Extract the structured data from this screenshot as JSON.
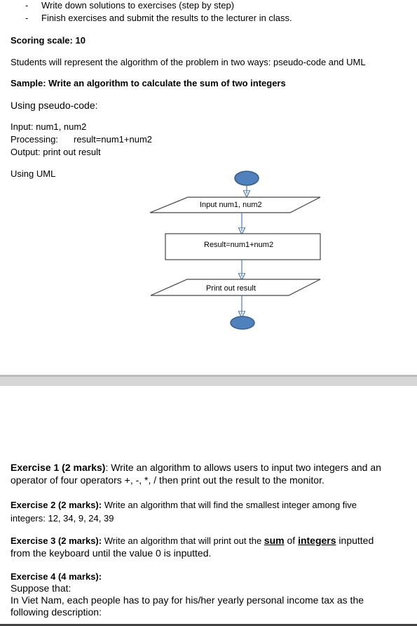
{
  "instructions": {
    "bullet": "-",
    "items": [
      "Write down solutions to exercises (step by step)",
      "Finish exercises and submit the results to the lecturer in class."
    ]
  },
  "scoring": "Scoring scale: 10",
  "intro": "Students will represent the algorithm of the problem in two ways: pseudo-code and UML",
  "sample_title": "Sample: Write an algorithm to calculate the sum of two integers",
  "pseudo": {
    "heading": "Using  pseudo-code:",
    "input": "Input:  num1, num2",
    "processing_label": "Processing:",
    "processing_value": "result=num1+num2",
    "output": "Output: print out result"
  },
  "uml": {
    "heading": "Using UML",
    "input_box": "Input num1, num2",
    "process_box": "Result=num1+num2",
    "output_box": "Print out result",
    "colors": {
      "node_fill": "#4f81bd",
      "node_stroke": "#385d8a",
      "arrow": "#4a7ab5"
    }
  },
  "exercises": {
    "ex1_label": "Exercise 1 (2 marks)",
    "ex1_line1": ": Write an algorithm to allows users to input two integers and an",
    "ex1_line2": "operator of four operators +, -, *, / then print out the result to the monitor.",
    "ex2_label": "Exercise  2 (2  marks):",
    "ex2_line1": " Write an algorithm that will find the smallest  integer among five",
    "ex2_line2": "integers:  12, 34, 9, 24, 39",
    "ex3_label": "Exercise  3 (2 marks):",
    "ex3_pre": " Write an algorithm that will print out the ",
    "ex3_sum": "sum",
    "ex3_of": " of ",
    "ex3_integers": "integers",
    "ex3_post": " inputted",
    "ex3_line2": "from the keyboard until the value 0 is inputted.",
    "ex4_label": "Exercise  4 (4 marks):",
    "ex4_line1": "Suppose that:",
    "ex4_line2": "In Viet Nam, each people has to pay for his/her yearly personal income tax as the",
    "ex4_line3": "following description:"
  }
}
